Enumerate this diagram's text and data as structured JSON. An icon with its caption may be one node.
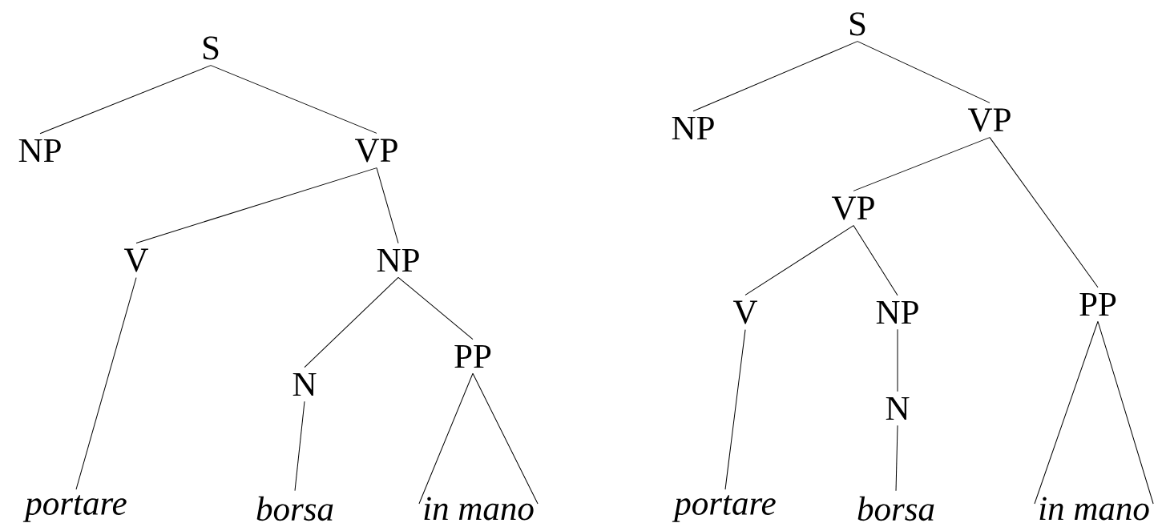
{
  "diagram": {
    "nodes": [
      {
        "text": [
          "S"
        ]
      },
      {
        "text": [
          "NP"
        ]
      },
      {
        "text": [
          "VP"
        ]
      },
      {
        "text": [
          "V"
        ]
      },
      {
        "text": [
          "NP"
        ]
      },
      {
        "text": [
          "N"
        ]
      },
      {
        "text": [
          "PP"
        ]
      },
      {
        "text": [
          "portare"
        ]
      },
      {
        "text": [
          "borsa"
        ]
      },
      {
        "text": [
          "in mano"
        ]
      },
      {
        "text": [
          "S"
        ]
      },
      {
        "text": [
          "NP"
        ]
      },
      {
        "text": [
          "VP"
        ]
      },
      {
        "text": [
          "VP"
        ]
      },
      {
        "text": [
          "PP"
        ]
      },
      {
        "text": [
          "V"
        ]
      },
      {
        "text": [
          "NP"
        ]
      },
      {
        "text": [
          "N"
        ]
      },
      {
        "text": [
          "portare"
        ]
      },
      {
        "text": [
          "borsa"
        ]
      },
      {
        "text": [
          "in mano"
        ]
      }
    ],
    "edges": [
      {
        "from": 0,
        "to": 1,
        "arrow": "none"
      },
      {
        "from": 0,
        "to": 2,
        "arrow": "none"
      },
      {
        "from": 2,
        "to": 3,
        "arrow": "none"
      },
      {
        "from": 2,
        "to": 4,
        "arrow": "none"
      },
      {
        "from": 3,
        "to": 7,
        "arrow": "none"
      },
      {
        "from": 4,
        "to": 5,
        "arrow": "none"
      },
      {
        "from": 4,
        "to": 6,
        "arrow": "none"
      },
      {
        "from": 5,
        "to": 8,
        "arrow": "none"
      },
      {
        "from": 6,
        "to": 9,
        "arrow": "none"
      },
      {
        "from": 10,
        "to": 11,
        "arrow": "none"
      },
      {
        "from": 10,
        "to": 12,
        "arrow": "none"
      },
      {
        "from": 12,
        "to": 13,
        "arrow": "none"
      },
      {
        "from": 12,
        "to": 14,
        "arrow": "none"
      },
      {
        "from": 13,
        "to": 15,
        "arrow": "none"
      },
      {
        "from": 13,
        "to": 16,
        "arrow": "none"
      },
      {
        "from": 15,
        "to": 18,
        "arrow": "none"
      },
      {
        "from": 16,
        "to": 17,
        "arrow": "none"
      },
      {
        "from": 17,
        "to": 19,
        "arrow": "none"
      },
      {
        "from": 14,
        "to": 20,
        "arrow": "none"
      }
    ]
  }
}
